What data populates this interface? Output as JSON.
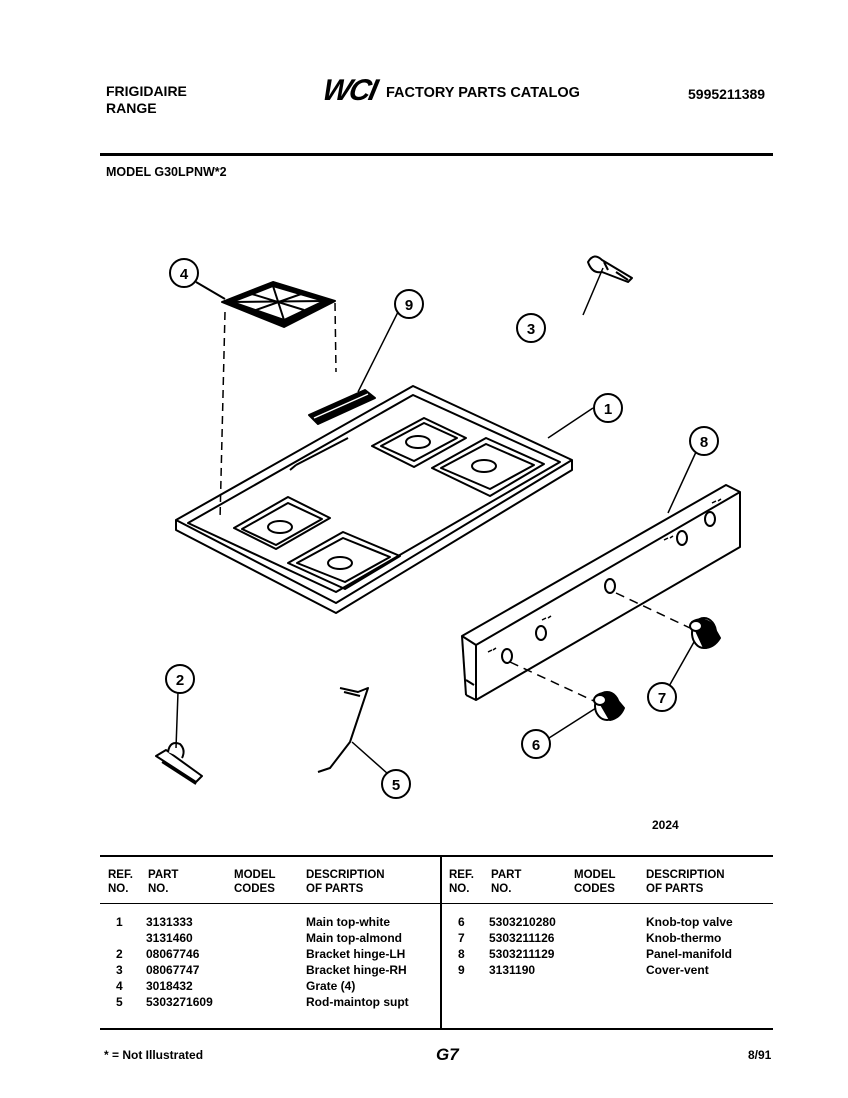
{
  "header": {
    "brand": "FRIGIDAIRE",
    "product": "RANGE",
    "logo_text": "WCI",
    "catalog_title": "FACTORY PARTS CATALOG",
    "catalog_number": "5995211389",
    "model": "MODEL G30LPNW*2"
  },
  "diagram": {
    "drawing_number": "2024",
    "callouts": [
      "1",
      "2",
      "3",
      "4",
      "5",
      "6",
      "7",
      "8",
      "9"
    ],
    "parts": [
      "main-top",
      "bracket-hinge-lh",
      "bracket-hinge-rh",
      "grate",
      "rod-maintop-support",
      "knob-top-valve",
      "knob-thermo",
      "panel-manifold",
      "cover-vent"
    ]
  },
  "table": {
    "headers": {
      "ref": [
        "REF.",
        "NO."
      ],
      "part": [
        "PART",
        "NO."
      ],
      "model": [
        "MODEL",
        "CODES"
      ],
      "desc": [
        "DESCRIPTION",
        "OF PARTS"
      ]
    },
    "left_rows": [
      {
        "ref": "1",
        "part": "3131333",
        "codes": "",
        "desc": "Main top-white"
      },
      {
        "ref": "",
        "part": "3131460",
        "codes": "",
        "desc": "Main top-almond"
      },
      {
        "ref": "2",
        "part": "08067746",
        "codes": "",
        "desc": "Bracket hinge-LH"
      },
      {
        "ref": "3",
        "part": "08067747",
        "codes": "",
        "desc": "Bracket hinge-RH"
      },
      {
        "ref": "4",
        "part": "3018432",
        "codes": "",
        "desc": "Grate (4)"
      },
      {
        "ref": "5",
        "part": "5303271609",
        "codes": "",
        "desc": "Rod-maintop supt"
      }
    ],
    "right_rows": [
      {
        "ref": "6",
        "part": "5303210280",
        "codes": "",
        "desc": "Knob-top valve"
      },
      {
        "ref": "7",
        "part": "5303211126",
        "codes": "",
        "desc": "Knob-thermo"
      },
      {
        "ref": "8",
        "part": "5303211129",
        "codes": "",
        "desc": "Panel-manifold"
      },
      {
        "ref": "9",
        "part": "3131190",
        "codes": "",
        "desc": "Cover-vent"
      }
    ]
  },
  "footer": {
    "note": "* = Not Illustrated",
    "page": "G7",
    "date": "8/91"
  }
}
